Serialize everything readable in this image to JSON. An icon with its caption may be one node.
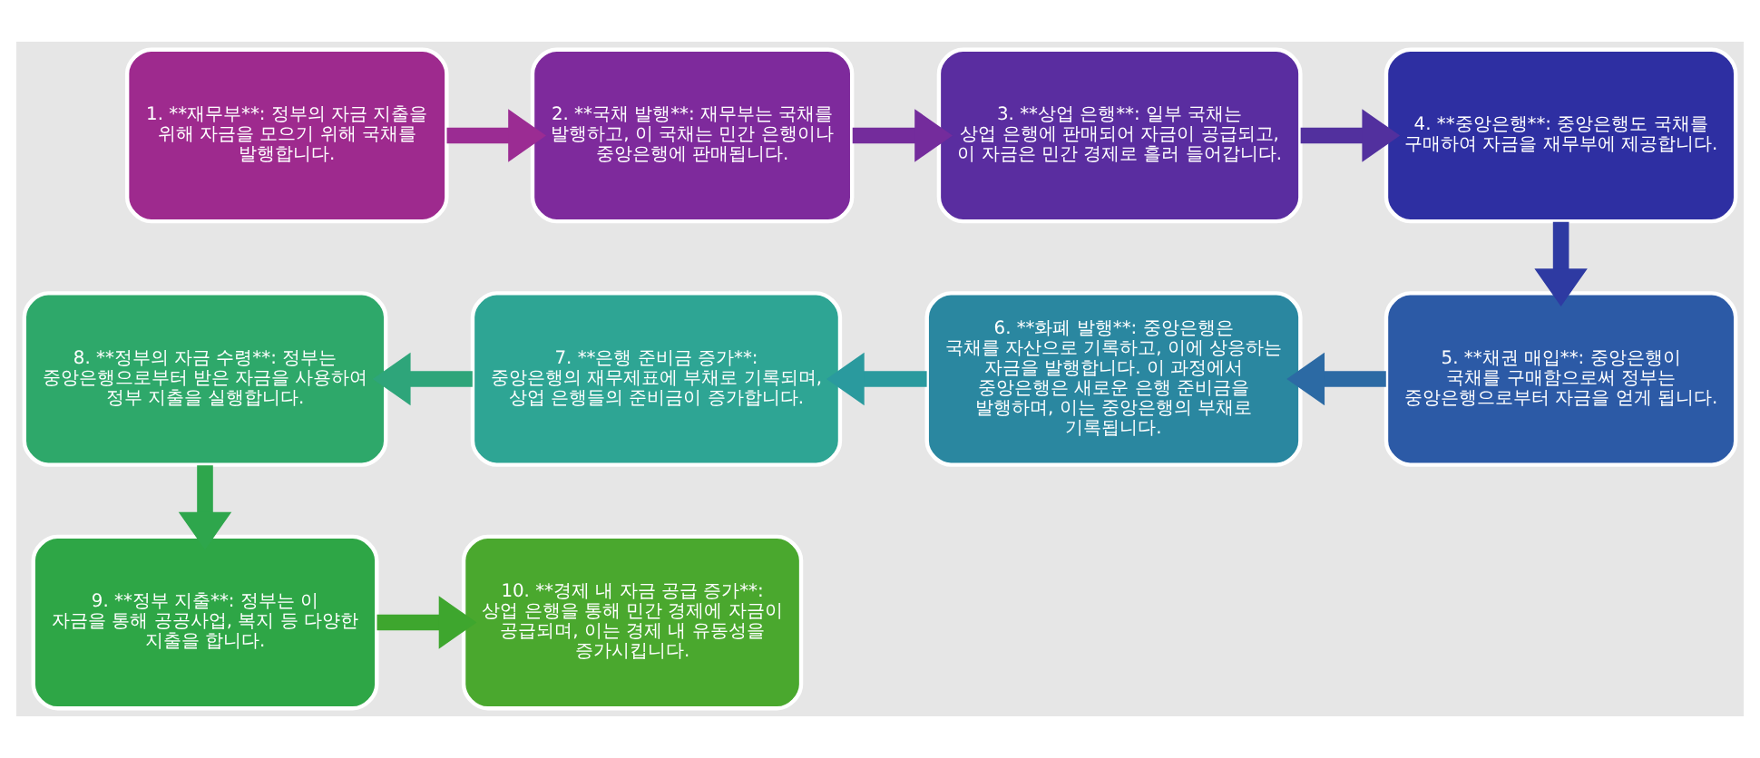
{
  "diagram": {
    "nodes": [
      {
        "text": [
          "1. **재무부**: 정부의 자금 지출을 위해 자금을 모으기 위해 국채를 발행합니다."
        ]
      },
      {
        "text": [
          "2. **국채 발행**: 재무부는 국채를 발행하고, 이 국채는 민간 은행이나 중앙은행에 판매됩니다."
        ]
      },
      {
        "text": [
          "3. **상업 은행**: 일부 국채는 상업 은행에 판매되어 자금이 공급되고, 이 자금은 민간 경제로 흘러 들어갑니다."
        ]
      },
      {
        "text": [
          "4. **중앙은행**: 중앙은행도 국채를 구매하여 자금을 재무부에 제공합니다."
        ]
      },
      {
        "text": [
          "5. **채권 매입**: 중앙은행이 국채를 구매함으로써 정부는 중앙은행으로부터 자금을 얻게 됩니다."
        ]
      },
      {
        "text": [
          "6. **화폐 발행**: 중앙은행은 국채를 자산으로 기록하고, 이에 상응하는 자금을 발행합니다. 이 과정에서 중앙은행은 새로운 은행 준비금을 발행하며, 이는 중앙은행의 부채로 기록됩니다."
        ]
      },
      {
        "text": [
          "7. **은행 준비금 증가**: 중앙은행의 재무제표에 부채로 기록되며, 상업 은행들의 준비금이 증가합니다."
        ]
      },
      {
        "text": [
          "8. **정부의 자금 수령**: 정부는 중앙은행으로부터 받은 자금을 사용하여 정부 지출을 실행합니다."
        ]
      },
      {
        "text": [
          "9. **정부 지출**: 정부는 이 자금을 통해 공공사업, 복지 등 다양한 지출을 합니다."
        ]
      },
      {
        "text": [
          "10. **경제 내 자금 공급 증가**: 상업 은행을 통해 민간 경제에 자금이 공급되며, 이는 경제 내 유동성을 증가시킵니다."
        ]
      }
    ],
    "edges": [
      {
        "from": 0,
        "to": 1,
        "arrow": "to",
        "color": "#9b2c93"
      },
      {
        "from": 1,
        "to": 2,
        "arrow": "to",
        "color": "#742c9c"
      },
      {
        "from": 2,
        "to": 3,
        "arrow": "to",
        "color": "#52309e"
      },
      {
        "from": 3,
        "to": 4,
        "arrow": "to",
        "color": "#2e3aa2"
      },
      {
        "from": 4,
        "to": 5,
        "arrow": "to",
        "color": "#2c6aa4"
      },
      {
        "from": 5,
        "to": 6,
        "arrow": "to",
        "color": "#2a9a9e"
      },
      {
        "from": 6,
        "to": 7,
        "arrow": "to",
        "color": "#2ea57a"
      },
      {
        "from": 7,
        "to": 8,
        "arrow": "to",
        "color": "#2ea64c"
      },
      {
        "from": 8,
        "to": 9,
        "arrow": "to",
        "color": "#3ea62e"
      }
    ]
  }
}
